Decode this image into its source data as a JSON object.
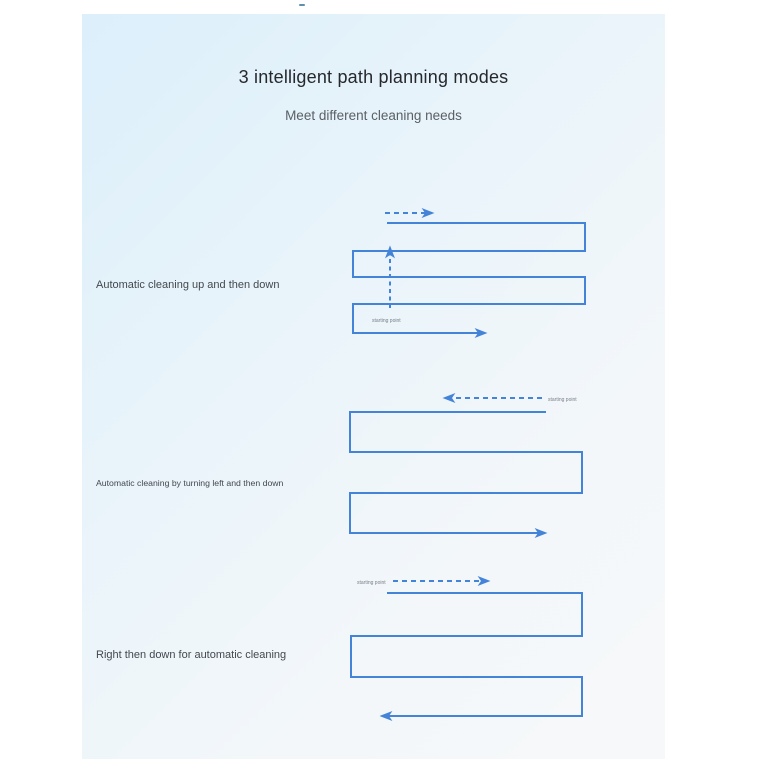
{
  "page": {
    "title": "3 intelligent path planning modes",
    "subtitle": "Meet different cleaning needs"
  },
  "modes": [
    {
      "label": "Automatic cleaning up and then down",
      "starting_point_label": "starting point"
    },
    {
      "label": "Automatic cleaning by turning left and then down",
      "starting_point_label": "starting point"
    },
    {
      "label": "Right then down for automatic cleaning",
      "starting_point_label": "starting point"
    }
  ],
  "colors": {
    "path_blue": "#4484d8",
    "panel_gradient_start": "#dceffb",
    "panel_gradient_end": "#f7f8f9",
    "title_text": "#26282c",
    "subtitle_text": "#5a5f64",
    "label_text": "#43484e",
    "starting_point_text": "#787f88",
    "top_dash": "#5d8fae"
  }
}
